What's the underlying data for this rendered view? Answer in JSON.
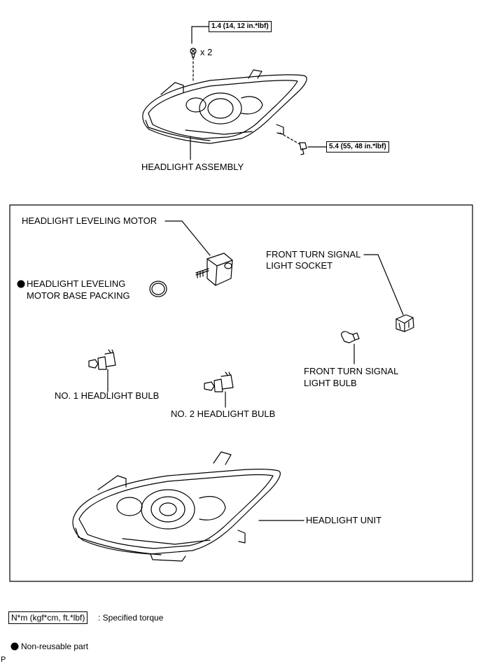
{
  "top": {
    "torque_upper": "1.4 (14, 12 in.*lbf)",
    "qty": "x 2",
    "torque_lower": "5.4 (55, 48 in.*lbf)",
    "headlight_assembly": "HEADLIGHT ASSEMBLY"
  },
  "parts": {
    "leveling_motor": "HEADLIGHT LEVELING MOTOR",
    "base_packing_line1": "HEADLIGHT LEVELING",
    "base_packing_line2": "MOTOR BASE PACKING",
    "turn_socket_line1": "FRONT TURN SIGNAL",
    "turn_socket_line2": "LIGHT SOCKET",
    "turn_bulb_line1": "FRONT TURN SIGNAL",
    "turn_bulb_line2": "LIGHT BULB",
    "bulb1": "NO. 1 HEADLIGHT BULB",
    "bulb2": "NO. 2 HEADLIGHT BULB",
    "headlight_unit": "HEADLIGHT UNIT"
  },
  "legend": {
    "torque_symbol": "N*m (kgf*cm, ft.*lbf)",
    "torque_desc": ": Specified torque",
    "nonreusable_desc": "Non-reusable part"
  },
  "footer": {
    "code": "P"
  },
  "icons": [
    "screw-icon",
    "bolt-icon",
    "non-reusable-dot-icon"
  ]
}
